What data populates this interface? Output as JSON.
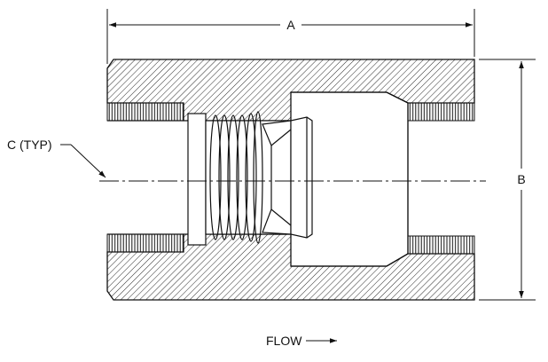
{
  "drawing": {
    "labels": {
      "dim_a": "A",
      "dim_b": "B",
      "callout_c": "C (TYP)",
      "flow": "FLOW"
    },
    "colors": {
      "line": "#111111",
      "background": "#ffffff"
    }
  }
}
